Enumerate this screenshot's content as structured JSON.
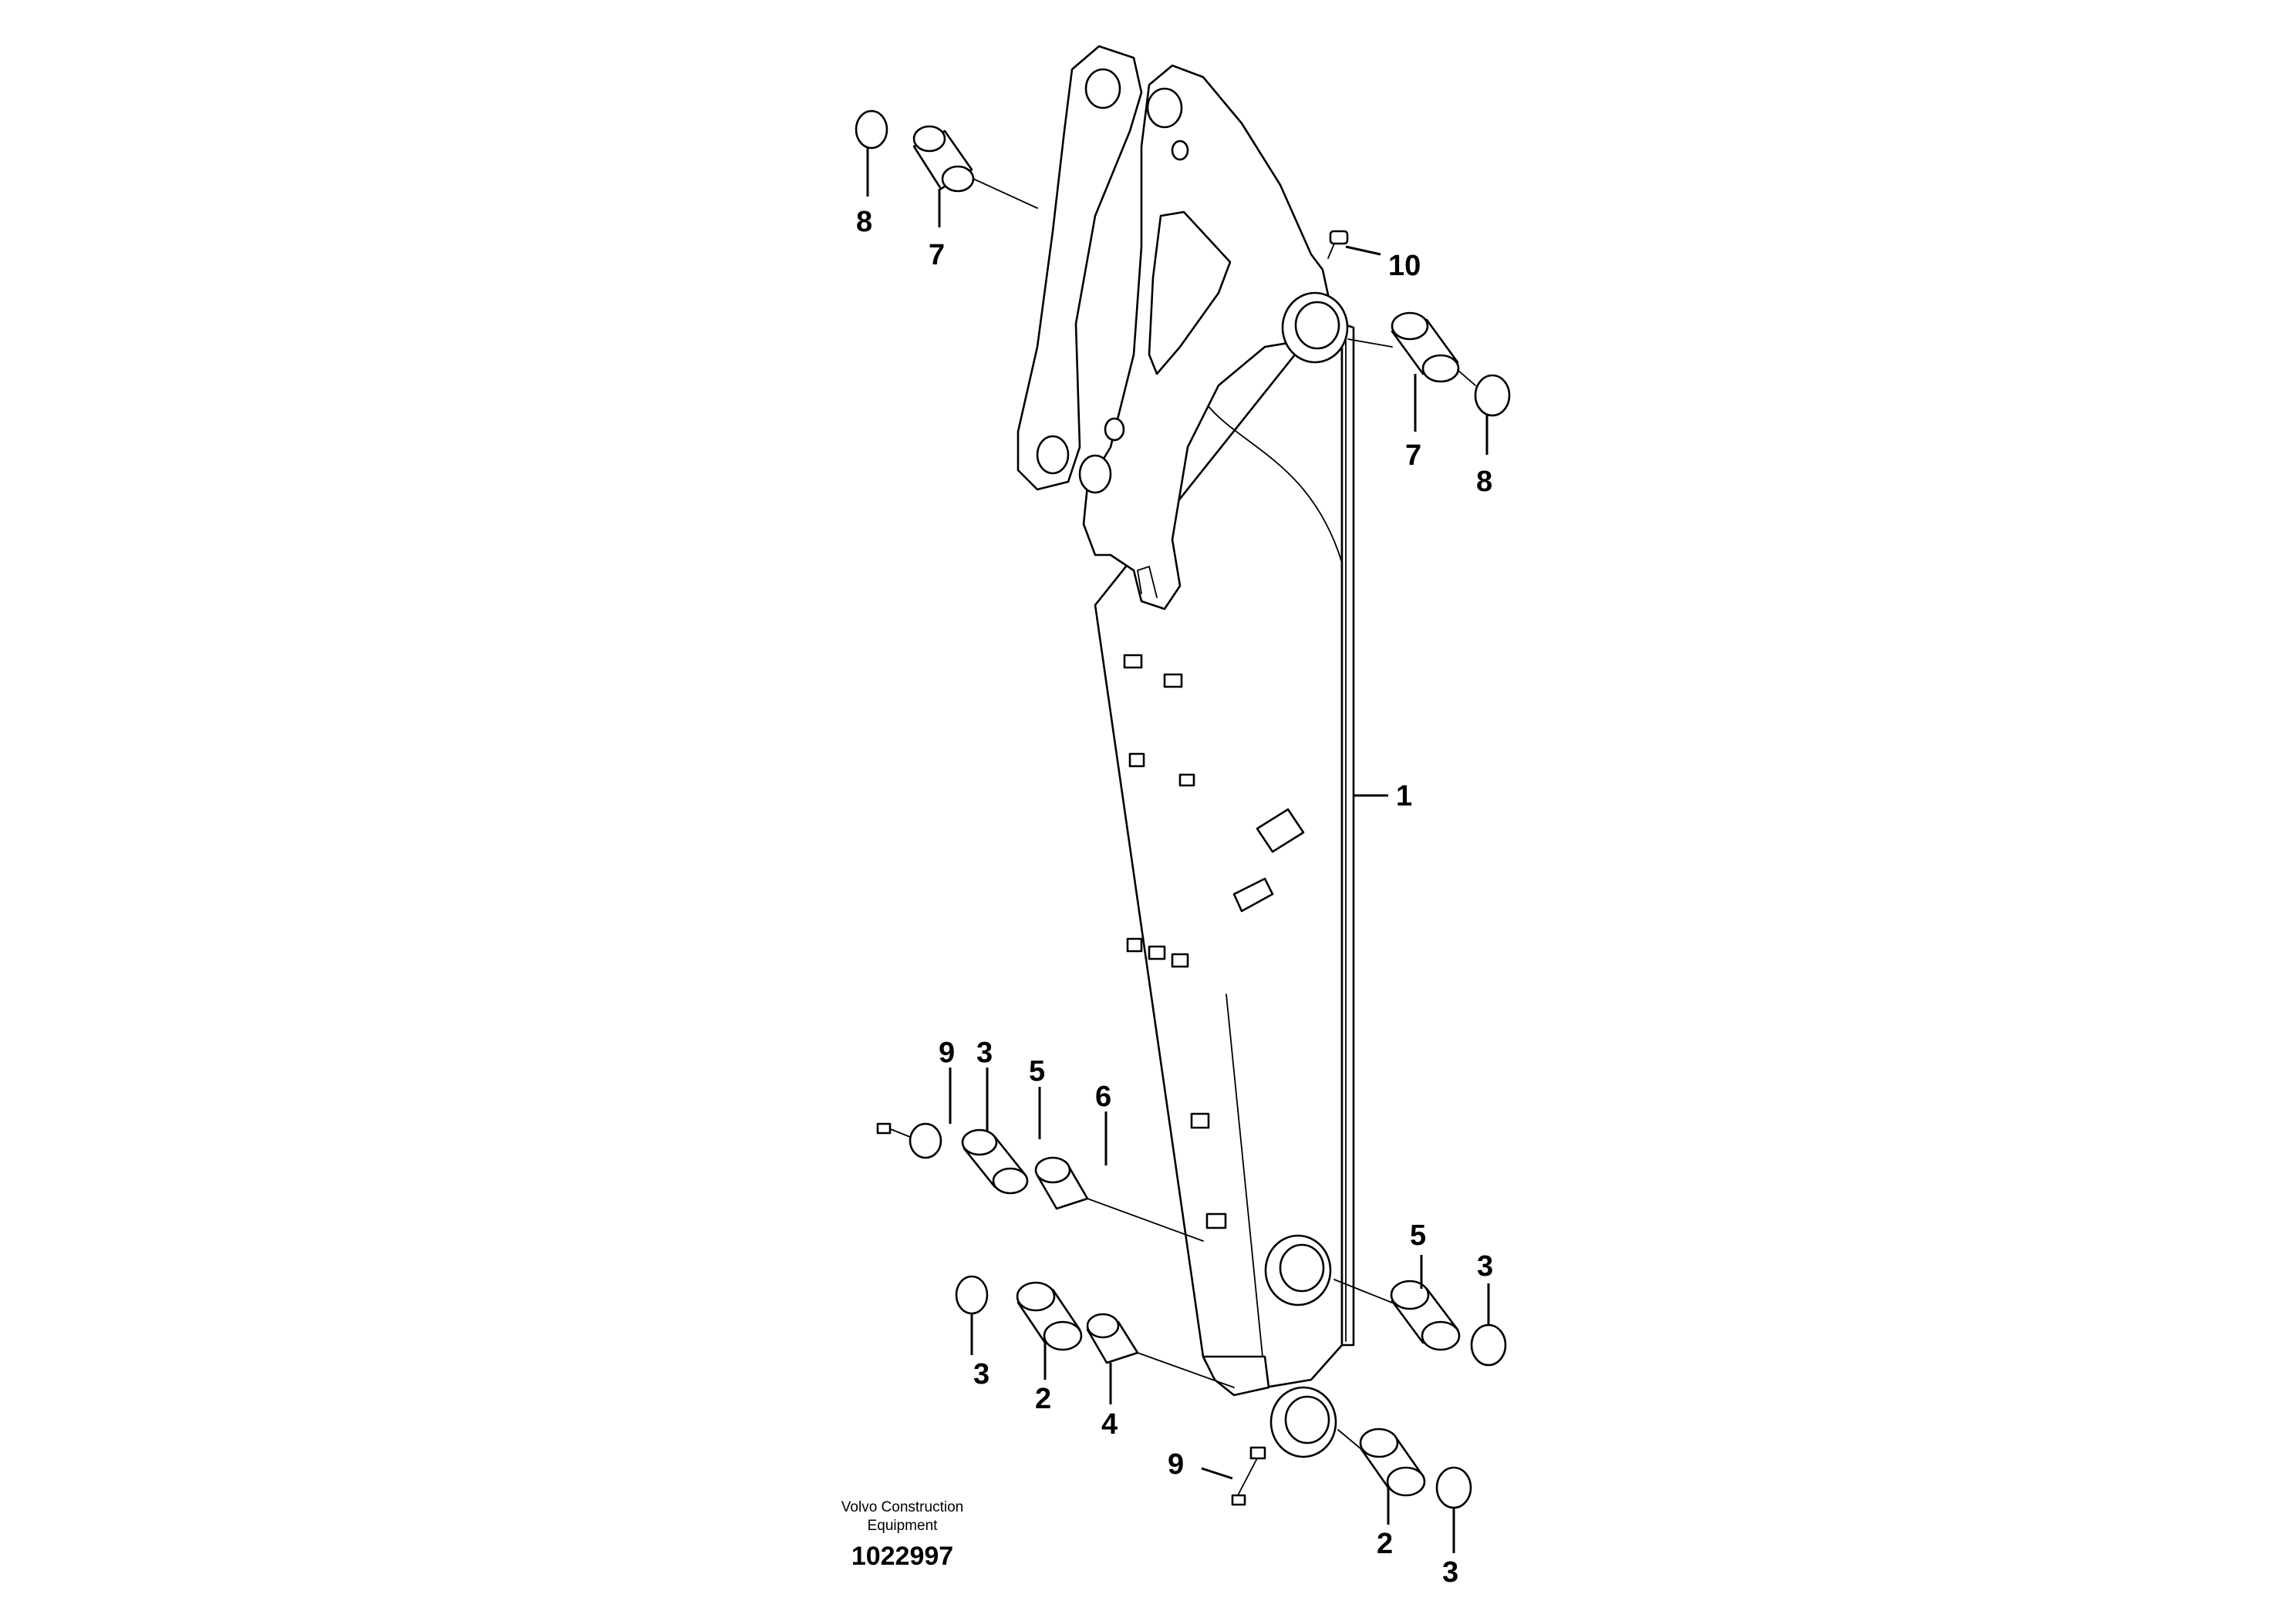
{
  "diagram": {
    "callouts": {
      "c1": "1",
      "c2a": "2",
      "c2b": "2",
      "c3a": "3",
      "c3b": "3",
      "c3c": "3",
      "c3d": "3",
      "c4": "4",
      "c5a": "5",
      "c5b": "5",
      "c6": "6",
      "c7a": "7",
      "c7b": "7",
      "c8a": "8",
      "c8b": "8",
      "c9a": "9",
      "c9b": "9",
      "c10": "10"
    }
  },
  "footer": {
    "company": "Volvo Construction\nEquipment",
    "drawing_number": "1022997"
  }
}
